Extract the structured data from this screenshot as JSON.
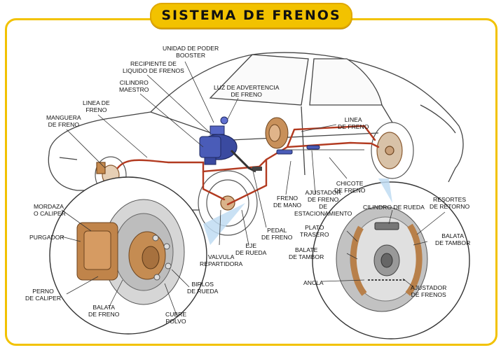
{
  "title": "SISTEMA DE FRENOS",
  "colors": {
    "frame": "#f2c200",
    "banner": "#f2c200",
    "brake_line": "#b23a20",
    "booster_blue": "#3a4aa0",
    "drum_copper": "#b8804a",
    "car_outline": "#444444",
    "leader_blue": "#7fb8e6"
  },
  "labels": {
    "unidad_booster": "UNIDAD DE PODER\nBOOSTER",
    "recipiente": "RECIPIENTE DE\nLIQUIDO DE FRENOS",
    "cilindro_maestro": "CILINDRO\nMAESTRO",
    "luz_advertencia": "LUZ DE ADVERTENCIA\nDE FRENO",
    "linea_freno_izq": "LINEA DE\nFRENO",
    "manguera": "MANGUERA\nDE FRENO",
    "linea_freno_der": "LINEA\nDE FRENO",
    "chicote": "CHICOTE\nDE FRENO",
    "freno_mano": "FRENO\nDE MANO",
    "ajustador_estacionamiento": "AJUSTADOR\nDE FRENO\nDE\nESTACIONAMIENTO",
    "pedal_freno": "PEDAL\nDE FRENO",
    "eje_rueda": "EJE\nDE RUEDA",
    "valvula": "VALVULA\nREPARTIDORA",
    "mordaza": "MORDAZA\nO CALIPER",
    "purgador": "PURGADOR",
    "perno_caliper": "PERNO\nDE CALIPER",
    "balata_freno": "BALATA\nDE FRENO",
    "cubre_polvo": "CUBRE\nPOLVO",
    "birlos": "BIRLOS\nDE RUEDA",
    "cilindro_rueda": "CILINDRO DE RUEDA",
    "resortes": "RESORTES\nDE RETORNO",
    "plato_trasero": "PLATO\nTRASERO",
    "balata_tambor_izq": "BALATE\nDE TAMBOR",
    "balata_tambor_der": "BALATA\nDE TAMBOR",
    "ancla": "ANCLA",
    "ajustador_frenos": "AJUSTADOR\nDE FRENOS"
  }
}
